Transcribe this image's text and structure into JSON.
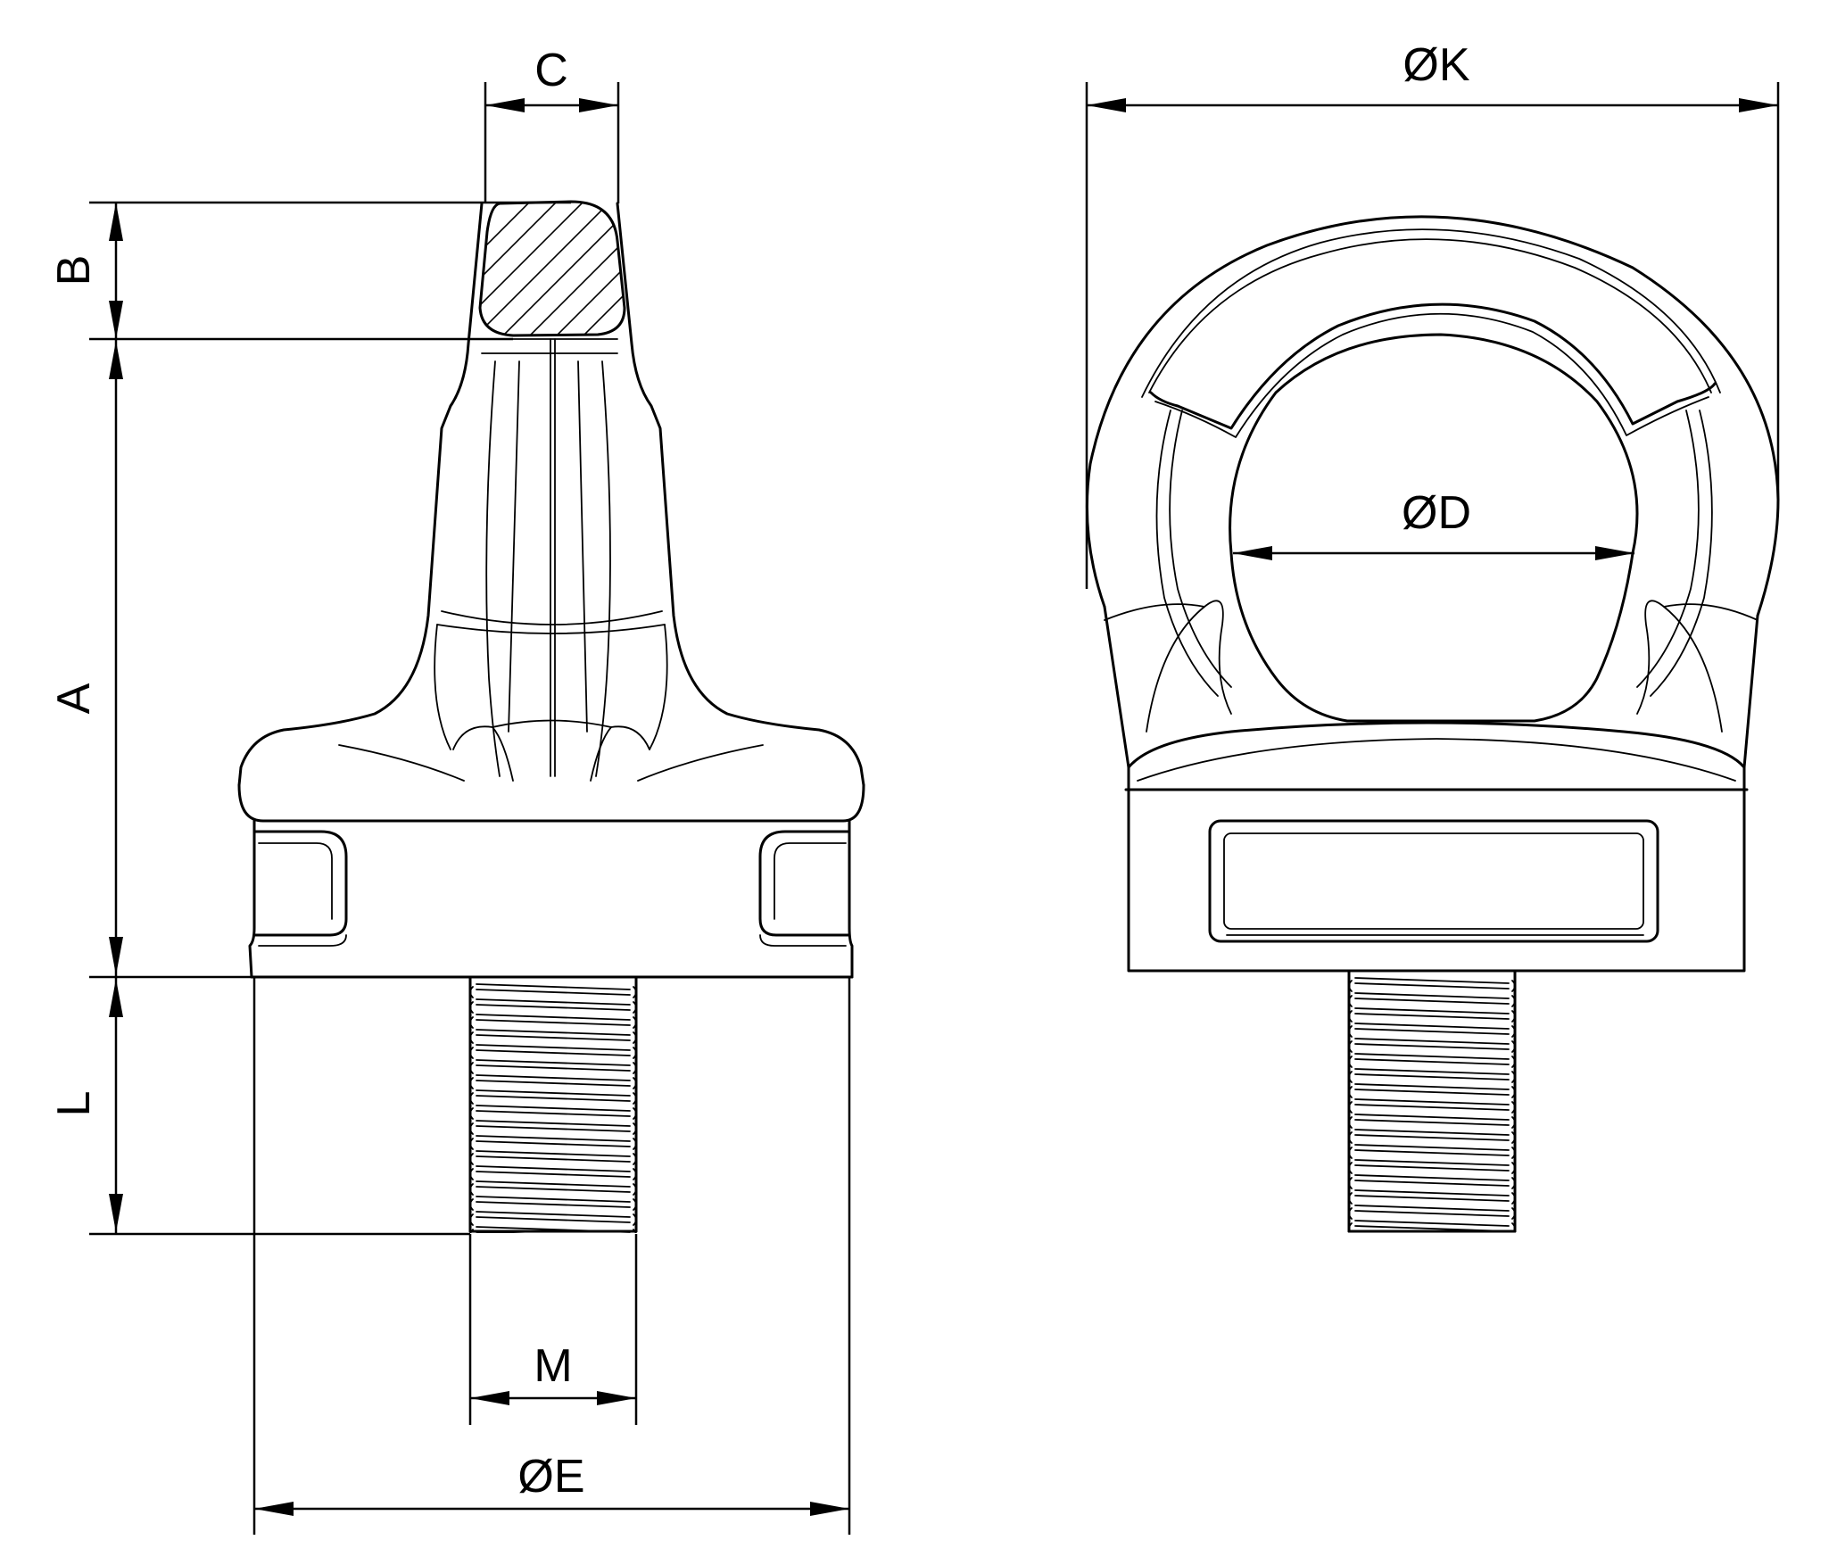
{
  "labels": {
    "c": "C",
    "b": "B",
    "a": "A",
    "l": "L",
    "m": "M",
    "e": "ØE",
    "k": "ØK",
    "d": "ØD"
  }
}
